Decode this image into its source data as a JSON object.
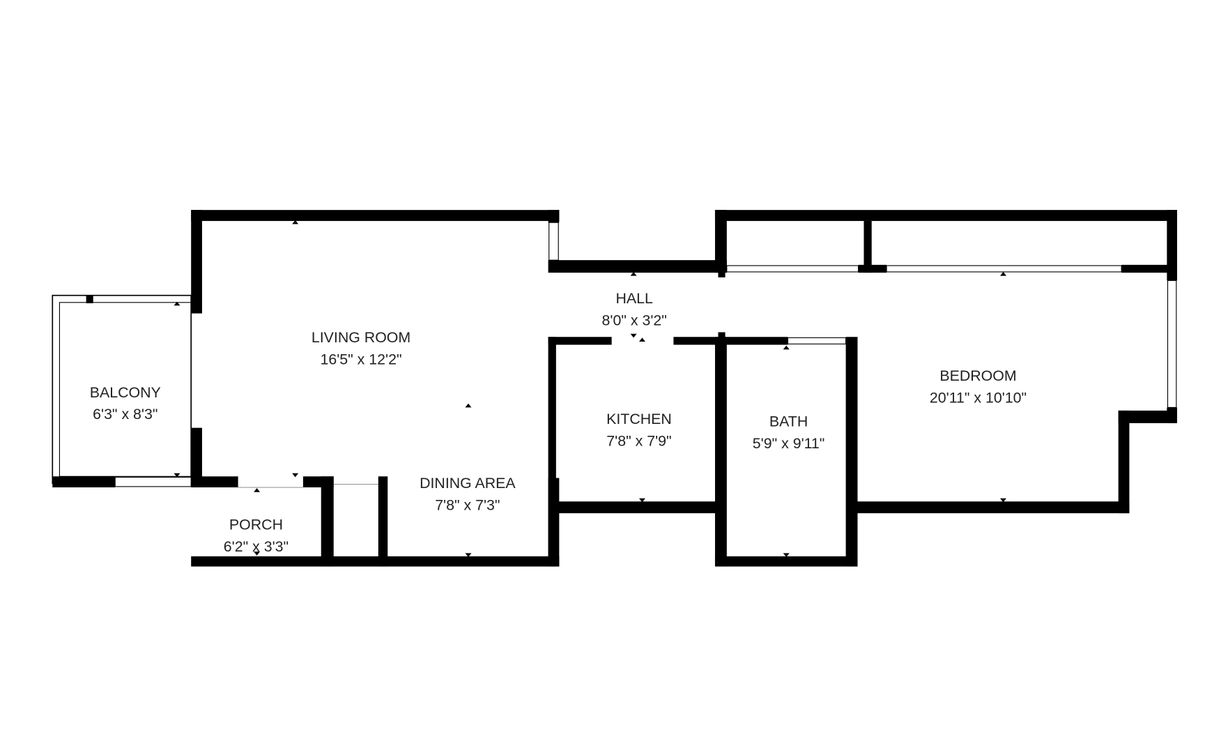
{
  "rooms": {
    "living": {
      "name": "LIVING ROOM",
      "size": "16'5\" x 12'2\""
    },
    "hall": {
      "name": "HALL",
      "size": "8'0\" x 3'2\""
    },
    "balcony": {
      "name": "BALCONY",
      "size": "6'3\" x 8'3\""
    },
    "kitchen": {
      "name": "KITCHEN",
      "size": "7'8\" x 7'9\""
    },
    "bath": {
      "name": "BATH",
      "size": "5'9\" x 9'11\""
    },
    "bedroom": {
      "name": "BEDROOM",
      "size": "20'11\" x 10'10\""
    },
    "dining": {
      "name": "DINING AREA",
      "size": "7'8\" x 7'3\""
    },
    "porch": {
      "name": "PORCH",
      "size": "6'2\" x 3'3\""
    }
  },
  "colors": {
    "wall": "#000000",
    "background": "#ffffff"
  }
}
